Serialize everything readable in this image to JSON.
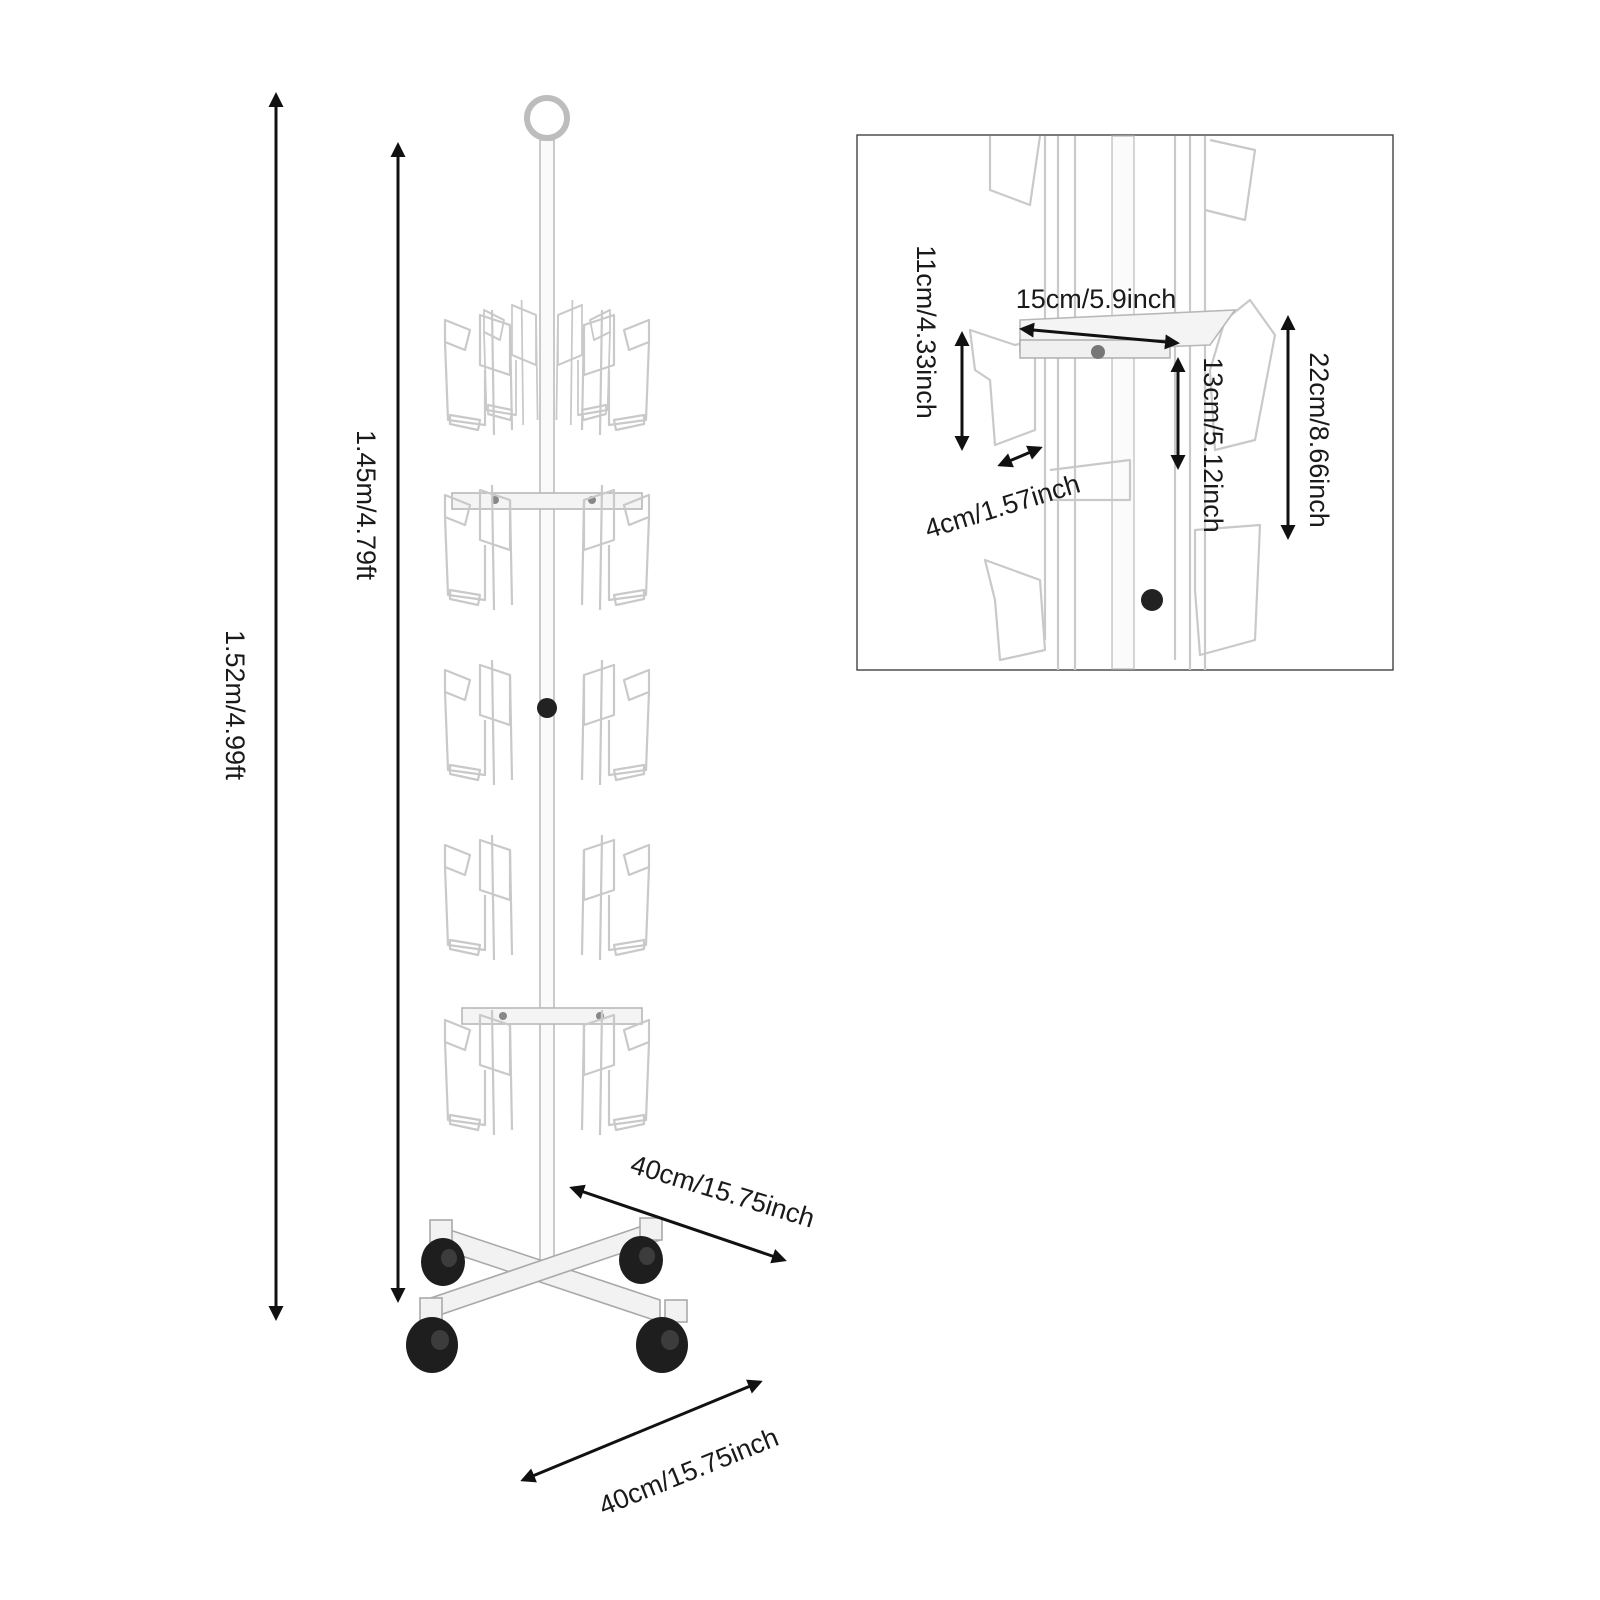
{
  "dimensions": {
    "total_height": "1.52m/4.99ft",
    "pole_height": "1.45m/4.79ft",
    "base_depth": "40cm/15.75inch",
    "base_width": "40cm/15.75inch"
  },
  "inset": {
    "plate_width": "15cm/5.9inch",
    "pocket_height": "11cm/4.33inch",
    "pocket_depth": "4cm/1.57inch",
    "tier_gap": "13cm/5.12inch",
    "pocket_total_height": "22cm/8.66inch"
  },
  "colors": {
    "arrow": "#111111",
    "frame": "#333333",
    "wire": "#c9c9c9",
    "caster": "#1e1e1e"
  },
  "icons": {
    "arrow_head": "double-arrow",
    "caster_wheel": "caster-wheel",
    "tightening_knob": "knob"
  }
}
